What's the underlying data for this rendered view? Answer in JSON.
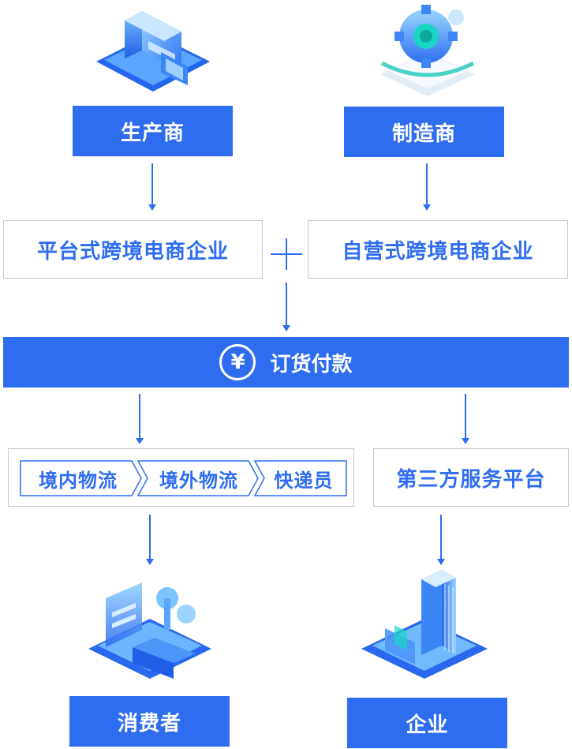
{
  "top_left": {
    "label": "生产商",
    "icon": "factory-building-icon"
  },
  "top_right": {
    "label": "制造商",
    "icon": "gear-machine-icon"
  },
  "platform_left": {
    "label": "平台式跨境电商企业"
  },
  "platform_right": {
    "label": "自营式跨境电商企业"
  },
  "order": {
    "label": "订货付款",
    "icon_symbol": "¥"
  },
  "logistics": {
    "steps": [
      "境内物流",
      "境外物流",
      "快递员"
    ]
  },
  "third_party": {
    "label": "第三方服务平台"
  },
  "bottom_left": {
    "label": "消费者",
    "icon": "consumer-home-icon"
  },
  "bottom_right": {
    "label": "企业",
    "icon": "enterprise-tower-icon"
  },
  "colors": {
    "primary": "#2f6df0",
    "border": "#bfc8d6"
  }
}
